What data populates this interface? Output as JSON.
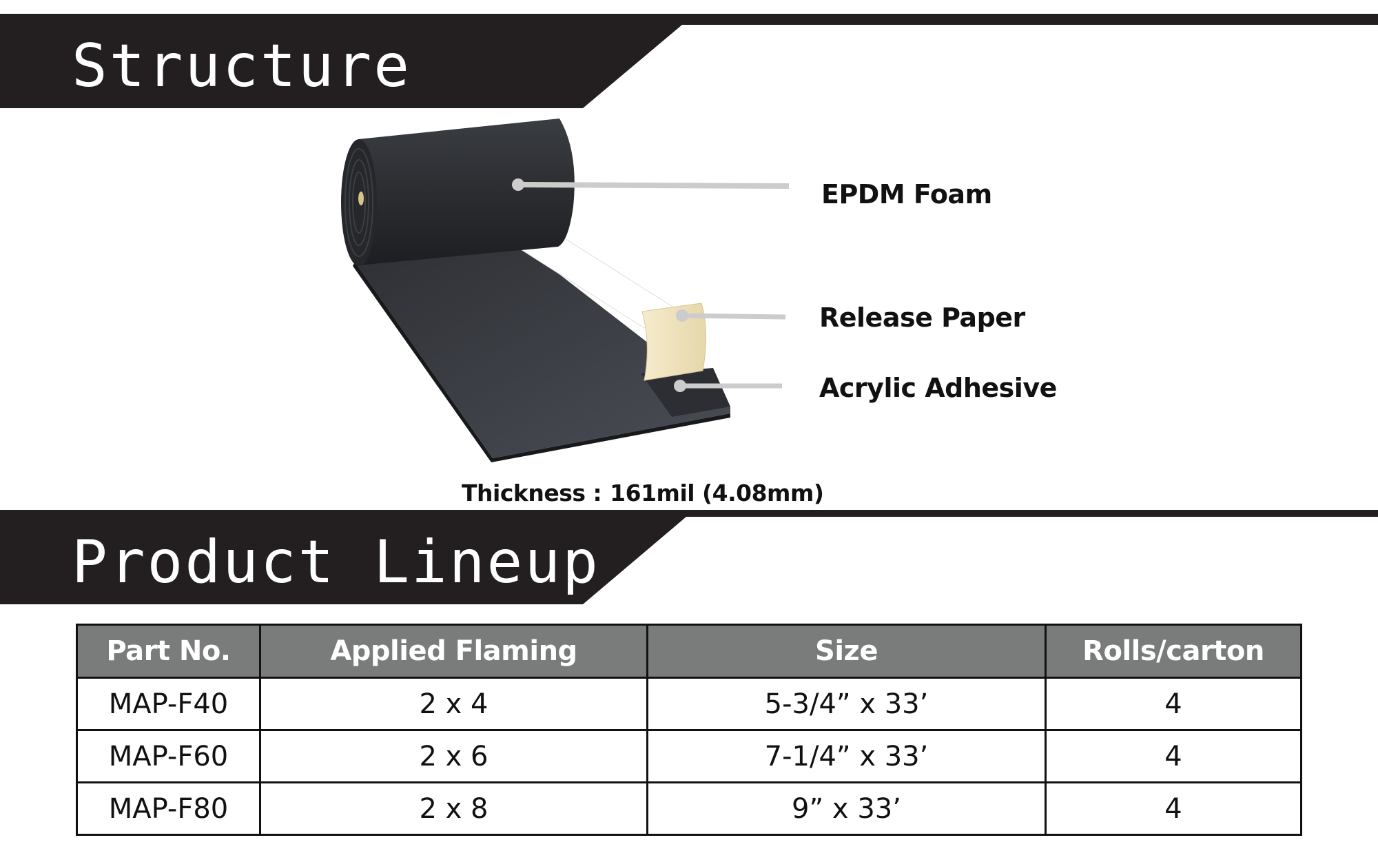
{
  "sections": {
    "structure_title": "Structure",
    "lineup_title": "Product Lineup"
  },
  "structure": {
    "layers": {
      "epdm": "EPDM Foam",
      "release": "Release Paper",
      "acrylic": "Acrylic Adhesive"
    },
    "thickness_label": "Thickness :",
    "thickness_value": "161mil (4.08mm)"
  },
  "table": {
    "headers": [
      "Part No.",
      "Applied Flaming",
      "Size",
      "Rolls/carton"
    ],
    "rows": [
      [
        "MAP-F40",
        "2 x 4",
        "5-3/4” x 33’",
        "4"
      ],
      [
        "MAP-F60",
        "2 x 6",
        "7-1/4” x 33’",
        "4"
      ],
      [
        "MAP-F80",
        "2 x 8",
        "9” x 33’",
        "4"
      ]
    ]
  },
  "colors": {
    "banner": "#231f20",
    "header_fill": "#7a7b7b",
    "release_paper": "#f1e6c4",
    "leader_line": "#cccccc"
  }
}
